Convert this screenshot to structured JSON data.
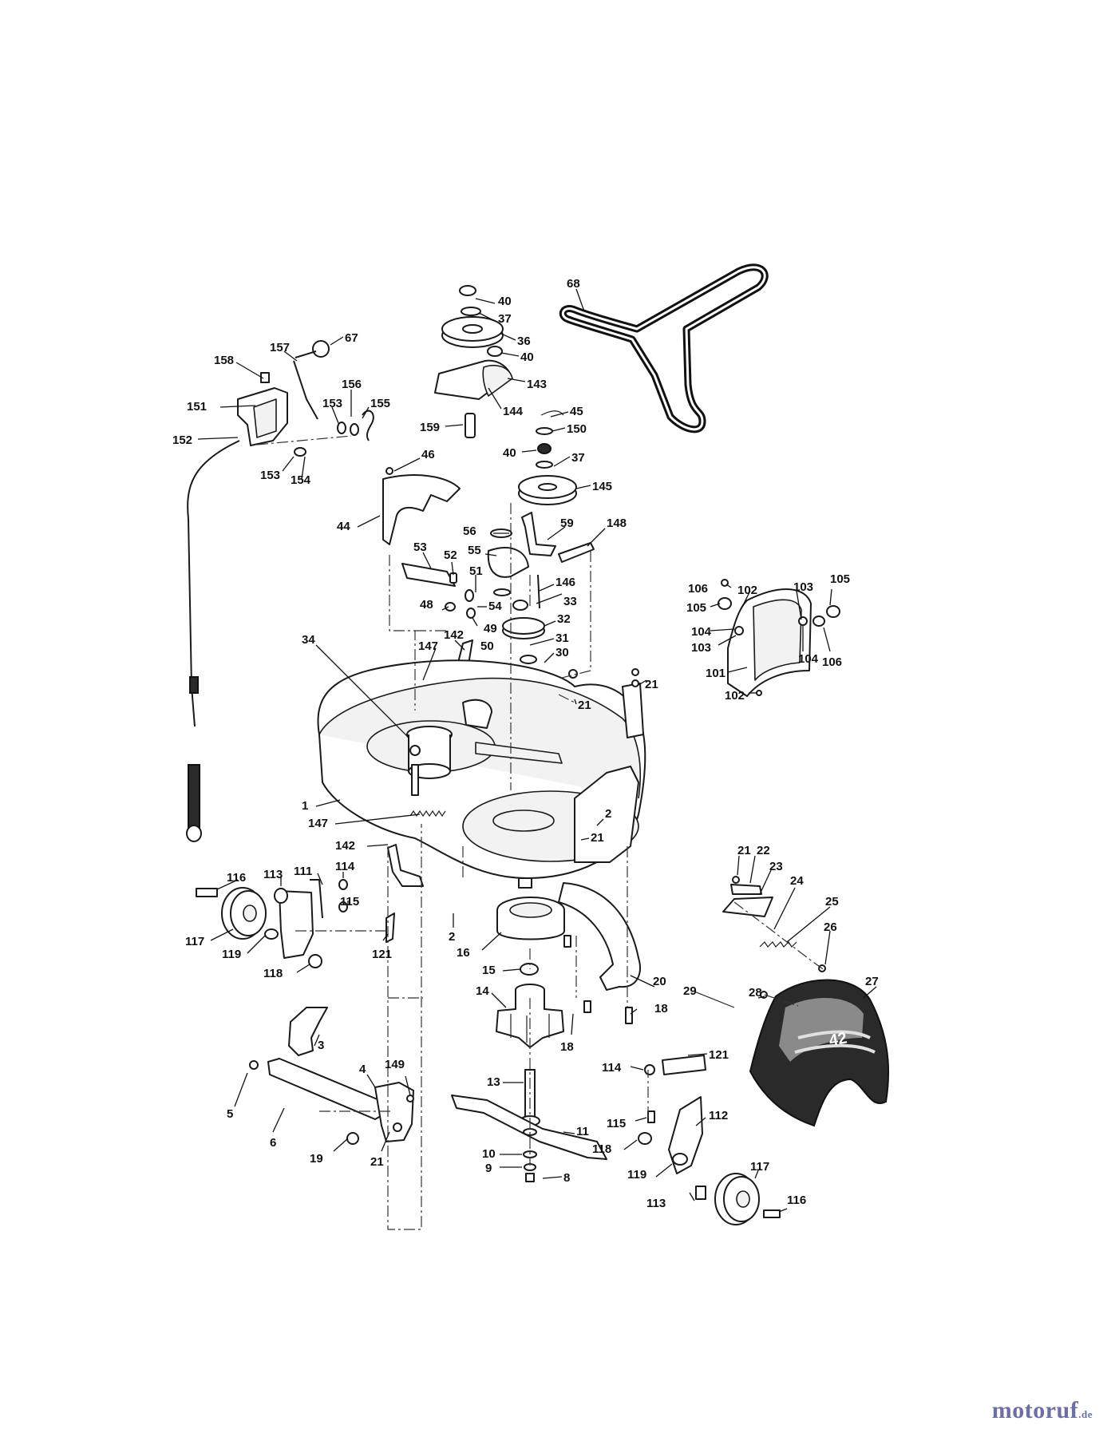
{
  "callouts": [
    {
      "id": "c-40a",
      "text": "40"
    },
    {
      "id": "c-37a",
      "text": "37"
    },
    {
      "id": "c-36",
      "text": "36"
    },
    {
      "id": "c-40b",
      "text": "40"
    },
    {
      "id": "c-143",
      "text": "143"
    },
    {
      "id": "c-144",
      "text": "144"
    },
    {
      "id": "c-159",
      "text": "159"
    },
    {
      "id": "c-45",
      "text": "45"
    },
    {
      "id": "c-150",
      "text": "150"
    },
    {
      "id": "c-40c",
      "text": "40"
    },
    {
      "id": "c-37b",
      "text": "37"
    },
    {
      "id": "c-145",
      "text": "145"
    },
    {
      "id": "c-68",
      "text": "68"
    },
    {
      "id": "c-158",
      "text": "158"
    },
    {
      "id": "c-157",
      "text": "157"
    },
    {
      "id": "c-67",
      "text": "67"
    },
    {
      "id": "c-156",
      "text": "156"
    },
    {
      "id": "c-153a",
      "text": "153"
    },
    {
      "id": "c-155",
      "text": "155"
    },
    {
      "id": "c-151",
      "text": "151"
    },
    {
      "id": "c-152",
      "text": "152"
    },
    {
      "id": "c-153b",
      "text": "153"
    },
    {
      "id": "c-154",
      "text": "154"
    },
    {
      "id": "c-46",
      "text": "46"
    },
    {
      "id": "c-44",
      "text": "44"
    },
    {
      "id": "c-56",
      "text": "56"
    },
    {
      "id": "c-59",
      "text": "59"
    },
    {
      "id": "c-148",
      "text": "148"
    },
    {
      "id": "c-53",
      "text": "53"
    },
    {
      "id": "c-52",
      "text": "52"
    },
    {
      "id": "c-55",
      "text": "55"
    },
    {
      "id": "c-51",
      "text": "51"
    },
    {
      "id": "c-146",
      "text": "146"
    },
    {
      "id": "c-48",
      "text": "48"
    },
    {
      "id": "c-54",
      "text": "54"
    },
    {
      "id": "c-33",
      "text": "33"
    },
    {
      "id": "c-49",
      "text": "49"
    },
    {
      "id": "c-32",
      "text": "32"
    },
    {
      "id": "c-142a",
      "text": "142"
    },
    {
      "id": "c-50",
      "text": "50"
    },
    {
      "id": "c-31",
      "text": "31"
    },
    {
      "id": "c-147a",
      "text": "147"
    },
    {
      "id": "c-30",
      "text": "30"
    },
    {
      "id": "c-34",
      "text": "34"
    },
    {
      "id": "c-21a",
      "text": "21"
    },
    {
      "id": "c-21b",
      "text": "21"
    },
    {
      "id": "c-106a",
      "text": "106"
    },
    {
      "id": "c-102a",
      "text": "102"
    },
    {
      "id": "c-103a",
      "text": "103"
    },
    {
      "id": "c-105a",
      "text": "105"
    },
    {
      "id": "c-105b",
      "text": "105"
    },
    {
      "id": "c-104a",
      "text": "104"
    },
    {
      "id": "c-103b",
      "text": "103"
    },
    {
      "id": "c-104b",
      "text": "104"
    },
    {
      "id": "c-106b",
      "text": "106"
    },
    {
      "id": "c-101",
      "text": "101"
    },
    {
      "id": "c-102b",
      "text": "102"
    },
    {
      "id": "c-1",
      "text": "1"
    },
    {
      "id": "c-147b",
      "text": "147"
    },
    {
      "id": "c-2a",
      "text": "2"
    },
    {
      "id": "c-21c",
      "text": "21"
    },
    {
      "id": "c-142b",
      "text": "142"
    },
    {
      "id": "c-116a",
      "text": "116"
    },
    {
      "id": "c-113a",
      "text": "113"
    },
    {
      "id": "c-111",
      "text": "111"
    },
    {
      "id": "c-114a",
      "text": "114"
    },
    {
      "id": "c-115a",
      "text": "115"
    },
    {
      "id": "c-117a",
      "text": "117"
    },
    {
      "id": "c-119a",
      "text": "119"
    },
    {
      "id": "c-121a",
      "text": "121"
    },
    {
      "id": "c-118a",
      "text": "118"
    },
    {
      "id": "c-2b",
      "text": "2"
    },
    {
      "id": "c-16",
      "text": "16"
    },
    {
      "id": "c-15",
      "text": "15"
    },
    {
      "id": "c-14",
      "text": "14"
    },
    {
      "id": "c-21d",
      "text": "21"
    },
    {
      "id": "c-22",
      "text": "22"
    },
    {
      "id": "c-23",
      "text": "23"
    },
    {
      "id": "c-24",
      "text": "24"
    },
    {
      "id": "c-25",
      "text": "25"
    },
    {
      "id": "c-26",
      "text": "26"
    },
    {
      "id": "c-27",
      "text": "27"
    },
    {
      "id": "c-28",
      "text": "28"
    },
    {
      "id": "c-29",
      "text": "29"
    },
    {
      "id": "c-20",
      "text": "20"
    },
    {
      "id": "c-18a",
      "text": "18"
    },
    {
      "id": "c-18b",
      "text": "18"
    },
    {
      "id": "c-3",
      "text": "3"
    },
    {
      "id": "c-149",
      "text": "149"
    },
    {
      "id": "c-4",
      "text": "4"
    },
    {
      "id": "c-5",
      "text": "5"
    },
    {
      "id": "c-6",
      "text": "6"
    },
    {
      "id": "c-19",
      "text": "19"
    },
    {
      "id": "c-21e",
      "text": "21"
    },
    {
      "id": "c-13",
      "text": "13"
    },
    {
      "id": "c-11",
      "text": "11"
    },
    {
      "id": "c-10",
      "text": "10"
    },
    {
      "id": "c-9",
      "text": "9"
    },
    {
      "id": "c-8",
      "text": "8"
    },
    {
      "id": "c-114b",
      "text": "114"
    },
    {
      "id": "c-121b",
      "text": "121"
    },
    {
      "id": "c-115b",
      "text": "115"
    },
    {
      "id": "c-112",
      "text": "112"
    },
    {
      "id": "c-118b",
      "text": "118"
    },
    {
      "id": "c-119b",
      "text": "119"
    },
    {
      "id": "c-117b",
      "text": "117"
    },
    {
      "id": "c-113b",
      "text": "113"
    },
    {
      "id": "c-116b",
      "text": "116"
    }
  ],
  "deck_marking": "42",
  "watermark": {
    "brand": "motoruf",
    "tld": ".de"
  }
}
